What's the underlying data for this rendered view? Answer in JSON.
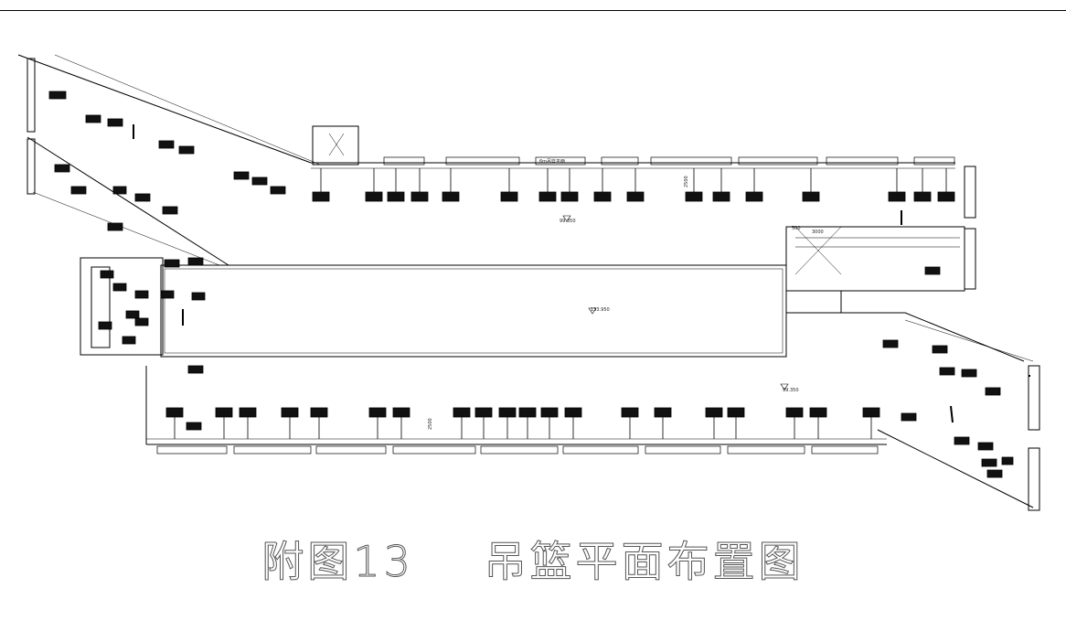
{
  "drawing": {
    "caption_number": "附图13",
    "caption_title": "吊篮平面布置图"
  },
  "elevations": {
    "top": "99.350",
    "center": "133.950",
    "right": "99.350"
  },
  "dimensions": {
    "top_offset": "2500",
    "bottom_offset": "2500",
    "gap_left": "500",
    "gap_right": "3000"
  },
  "basket_label": "6m吊篮平面",
  "colors": {
    "line": "#000000",
    "fill_dark": "#111111",
    "caption_stroke": "#555555"
  }
}
